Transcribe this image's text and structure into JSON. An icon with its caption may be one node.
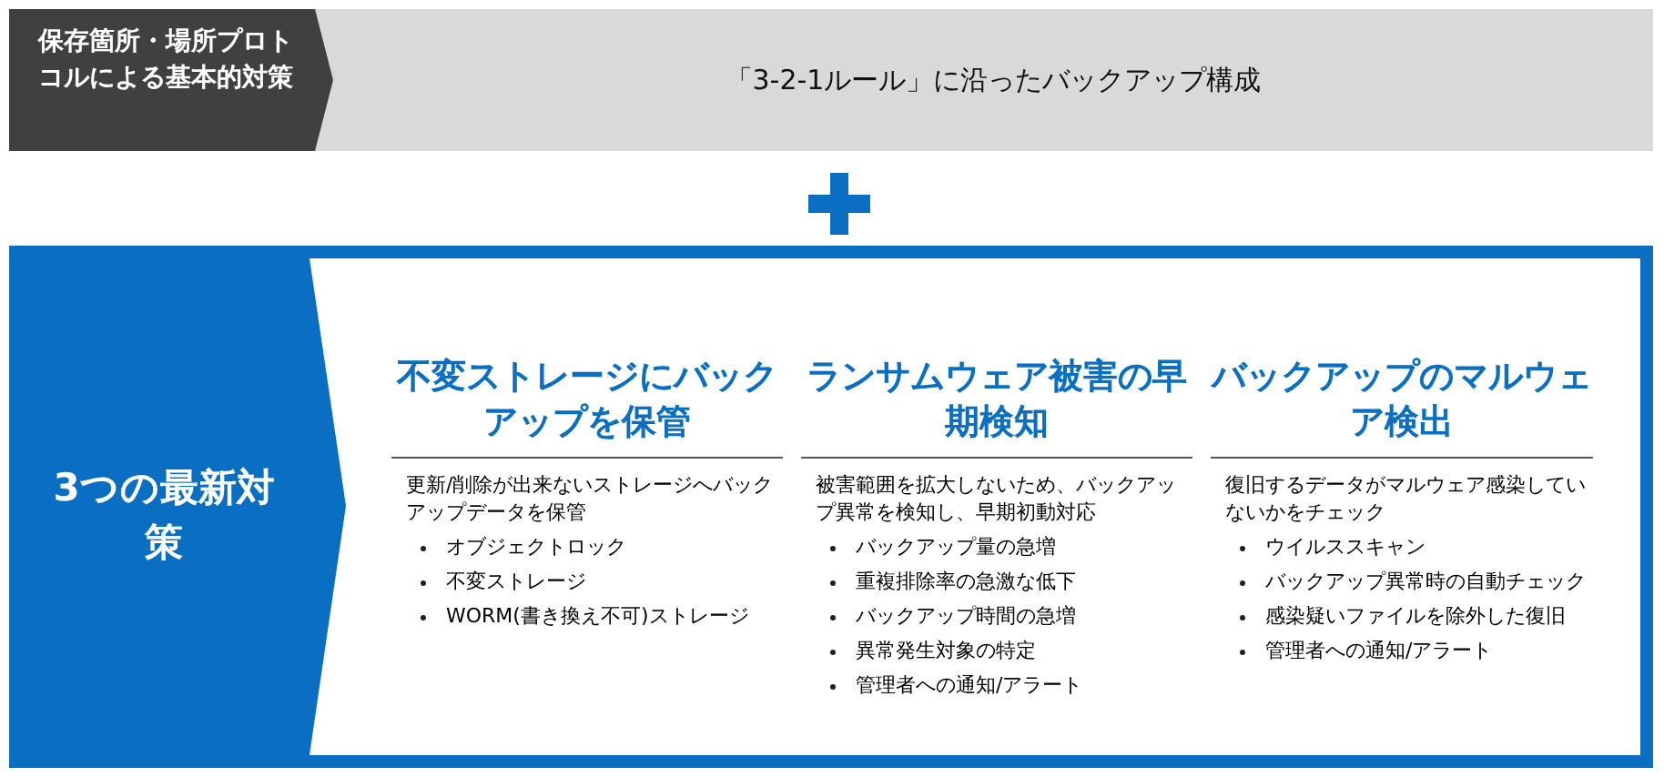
{
  "diagram": {
    "nodes": [
      {
        "text": [
          "「3-2-1ルール」に沿ったバックアップ構成"
        ]
      },
      {
        "text": [
          "保存箇所・場所プロトコルによる基本的対策"
        ],
        "in": 0
      },
      {
        "text": [
          "3つの最新対策"
        ]
      },
      {
        "text": [
          "不変ストレージにバックアップを保管",
          "更新/削除が出来ないストレージへバックアップデータを保管",
          "オブジェクトロック",
          "不変ストレージ",
          "WORM(書き換え不可)ストレージ"
        ],
        "in": 2
      },
      {
        "text": [
          "ランサムウェア被害の早期検知",
          "被害範囲を拡大しないため、バックアップ異常を検知し、早期初動対応",
          "バックアップ量の急増",
          "重複排除率の急激な低下",
          "バックアップ時間の急増",
          "異常発生対象の特定",
          "管理者への通知/アラート"
        ],
        "in": 2
      },
      {
        "text": [
          "バックアップのマルウェア検出",
          "復旧するデータがマルウェア感染していないかをチェック",
          "ウイルススキャン",
          "バックアップ異常時の自動チェック",
          "感染疑いファイルを除外した復旧",
          "管理者への通知/アラート"
        ],
        "in": 2
      }
    ]
  }
}
